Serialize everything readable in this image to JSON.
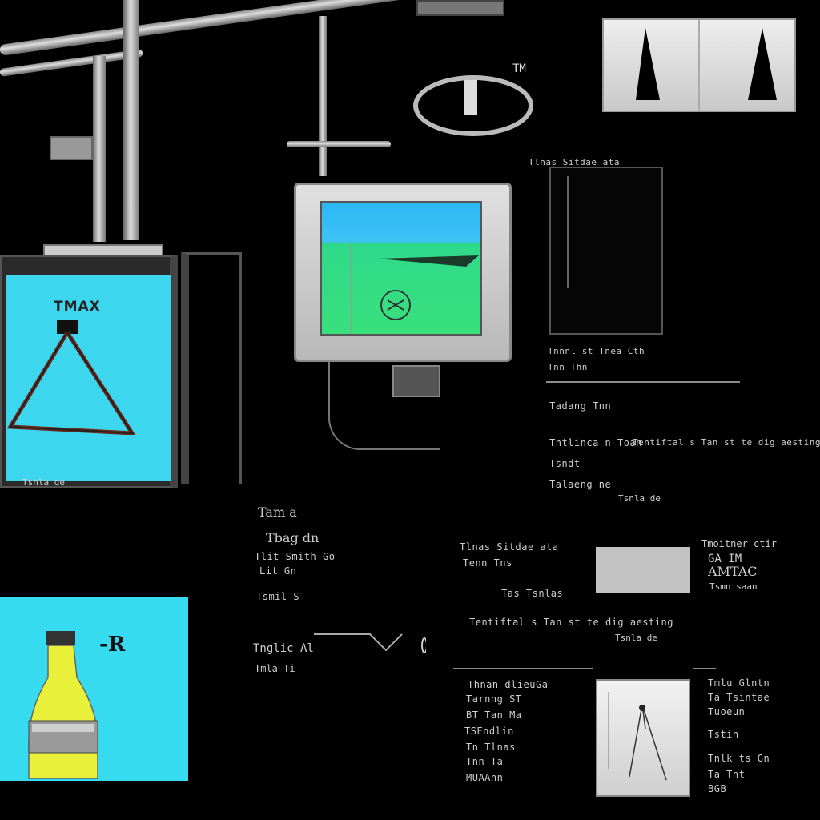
{
  "header_label": "TM",
  "left_monitor": {
    "caption": "TMAX"
  },
  "center_block": {
    "title_1": "Tam a",
    "title_2": "Tbag dn",
    "lines": [
      "Tlit Smith Go",
      "Lit Gn",
      "Tsmil S"
    ]
  },
  "bottom_left_panel": {
    "label": "-R"
  },
  "mid_caption": "Tnglic Al",
  "mid_caption_2": "Tmla Ti",
  "right_column": {
    "row_a": "Tlnas Sitdae ata",
    "row_b": "Tenn Tns",
    "row_c": "Tas Tsnlas",
    "box_label_1": "Tmoitner ctir",
    "box_label_2": "GA IM",
    "box_label_3": "AMTAC",
    "box_label_4": "Tsmn saan",
    "long_line": "Tentiftal s Tan st te dig aesting",
    "sub_line": "Tsnla de"
  },
  "lower_right": {
    "left_lines": [
      "Thnan dlieuGa",
      "Tarnng ST",
      "BT Tan Ma",
      "TSEndlin",
      "Tn Tlnas",
      "Tnn Ta",
      "MUAAnn"
    ],
    "right_lines": [
      "Tmlu Glntn",
      "Ta Tsintae",
      "Tuoeun",
      "Tstin",
      "Tnlk ts Gn",
      "Ta Tnt",
      "BGB"
    ]
  },
  "middle_right_block": {
    "lines": [
      "Tnnnl st Tnea Cth",
      "Tnn Thn",
      "Tadang Tnn",
      "Tntlinca n Toan",
      "Tsndt",
      "Talaeng ne"
    ]
  },
  "colors": {
    "background": "#000000",
    "cyan": "#36dbf0",
    "green": "#38e07c",
    "sky": "#2bb8f5",
    "bottle_yellow": "#e8f03a"
  },
  "icons": [
    "triangle-icon",
    "bottle-icon",
    "ring-icon",
    "spike-icon"
  ]
}
